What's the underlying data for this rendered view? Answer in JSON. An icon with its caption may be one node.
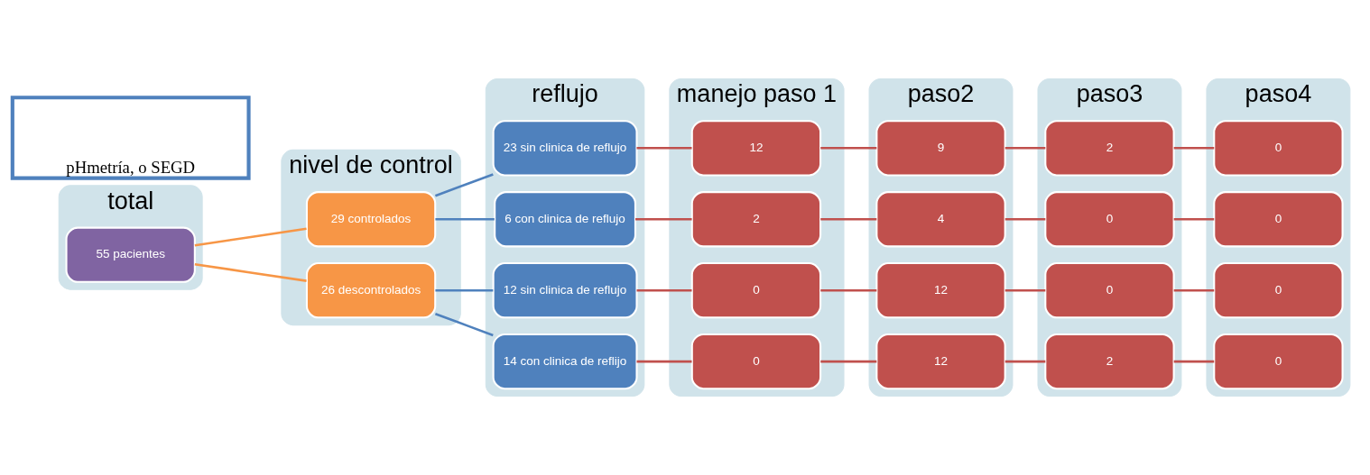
{
  "diagram": {
    "nodes": [
      {
        "text": [
          "total"
        ]
      },
      {
        "text": [
          "nivel de control"
        ]
      },
      {
        "text": [
          "reflujo"
        ]
      },
      {
        "text": [
          "manejo paso 1"
        ]
      },
      {
        "text": [
          "paso2"
        ]
      },
      {
        "text": [
          "paso3"
        ]
      },
      {
        "text": [
          "paso4"
        ]
      },
      {
        "text": [
          "55 pacientes"
        ],
        "in": 0
      },
      {
        "text": [
          "29 controlados"
        ],
        "in": 1
      },
      {
        "text": [
          "26 descontrolados"
        ],
        "in": 1
      },
      {
        "text": [
          "23 sin clinica de reflujo"
        ],
        "in": 2
      },
      {
        "text": [
          "6 con clinica de reflujo"
        ],
        "in": 2
      },
      {
        "text": [
          "12 sin clinica de reflujo"
        ],
        "in": 2
      },
      {
        "text": [
          "14 con clinica de reflijo"
        ],
        "in": 2
      },
      {
        "text": [
          "12"
        ],
        "in": 3
      },
      {
        "text": [
          "2"
        ],
        "in": 3
      },
      {
        "text": [
          "0"
        ],
        "in": 3
      },
      {
        "text": [
          "0"
        ],
        "in": 3
      },
      {
        "text": [
          "9"
        ],
        "in": 4
      },
      {
        "text": [
          "4"
        ],
        "in": 4
      },
      {
        "text": [
          "12"
        ],
        "in": 4
      },
      {
        "text": [
          "12"
        ],
        "in": 4
      },
      {
        "text": [
          "2"
        ],
        "in": 5
      },
      {
        "text": [
          "0"
        ],
        "in": 5
      },
      {
        "text": [
          "0"
        ],
        "in": 5
      },
      {
        "text": [
          "2"
        ],
        "in": 5
      },
      {
        "text": [
          "0"
        ],
        "in": 6
      },
      {
        "text": [
          "0"
        ],
        "in": 6
      },
      {
        "text": [
          "0"
        ],
        "in": 6
      },
      {
        "text": [
          "0"
        ],
        "in": 6
      },
      {
        "text": [
          "pHmetría, o SEGD"
        ]
      }
    ],
    "edges": [
      {
        "from": 7,
        "to": 8,
        "arrow": "none",
        "color": "#f79646"
      },
      {
        "from": 7,
        "to": 9,
        "arrow": "none",
        "color": "#f79646"
      },
      {
        "from": 8,
        "to": 10,
        "arrow": "none",
        "color": "#4f81bd"
      },
      {
        "from": 8,
        "to": 11,
        "arrow": "none",
        "color": "#4f81bd"
      },
      {
        "from": 9,
        "to": 12,
        "arrow": "none",
        "color": "#4f81bd"
      },
      {
        "from": 9,
        "to": 13,
        "arrow": "none",
        "color": "#4f81bd"
      },
      {
        "from": 10,
        "to": 14,
        "arrow": "none"
      },
      {
        "from": 11,
        "to": 15,
        "arrow": "none"
      },
      {
        "from": 12,
        "to": 16,
        "arrow": "none"
      },
      {
        "from": 13,
        "to": 17,
        "arrow": "none"
      },
      {
        "from": 14,
        "to": 18,
        "arrow": "none"
      },
      {
        "from": 15,
        "to": 19,
        "arrow": "none"
      },
      {
        "from": 16,
        "to": 20,
        "arrow": "none"
      },
      {
        "from": 17,
        "to": 21,
        "arrow": "none"
      },
      {
        "from": 18,
        "to": 22,
        "arrow": "none"
      },
      {
        "from": 19,
        "to": 23,
        "arrow": "none"
      },
      {
        "from": 20,
        "to": 24,
        "arrow": "none"
      },
      {
        "from": 21,
        "to": 25,
        "arrow": "none"
      },
      {
        "from": 22,
        "to": 26,
        "arrow": "none"
      },
      {
        "from": 23,
        "to": 27,
        "arrow": "none"
      },
      {
        "from": 24,
        "to": 28,
        "arrow": "none"
      },
      {
        "from": 25,
        "to": 29,
        "arrow": "none"
      }
    ]
  }
}
